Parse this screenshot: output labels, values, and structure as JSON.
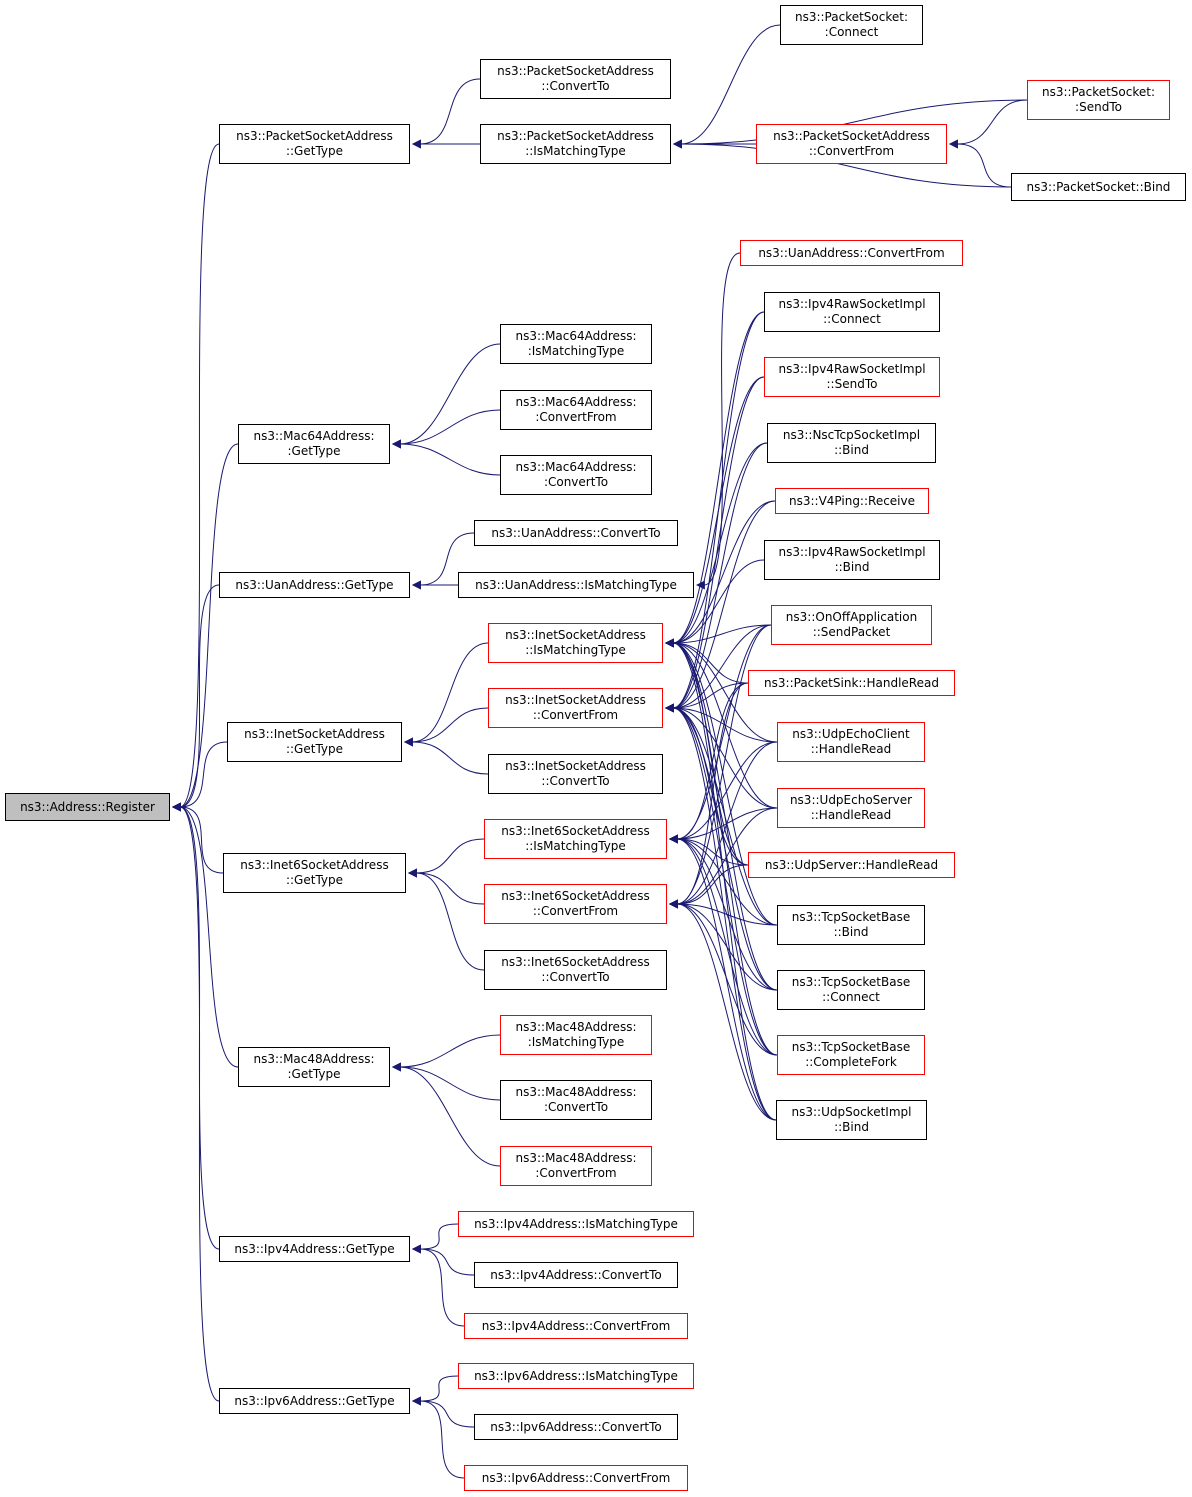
{
  "colors": {
    "edge": "#191970",
    "border_normal": "#000000",
    "border_red": "#ff0000",
    "root_fill": "#bfbfbf"
  },
  "nodes": {
    "register": {
      "lines": [
        "ns3::Address::Register"
      ],
      "kind": "root"
    },
    "psa_gettype": {
      "lines": [
        "ns3::PacketSocketAddress",
        "::GetType"
      ],
      "kind": "normal"
    },
    "mac64_gettype": {
      "lines": [
        "ns3::Mac64Address:",
        ":GetType"
      ],
      "kind": "normal"
    },
    "uan_gettype": {
      "lines": [
        "ns3::UanAddress::GetType"
      ],
      "kind": "normal"
    },
    "inet_gettype": {
      "lines": [
        "ns3::InetSocketAddress",
        "::GetType"
      ],
      "kind": "normal"
    },
    "inet6_gettype": {
      "lines": [
        "ns3::Inet6SocketAddress",
        "::GetType"
      ],
      "kind": "normal"
    },
    "mac48_gettype": {
      "lines": [
        "ns3::Mac48Address:",
        ":GetType"
      ],
      "kind": "normal"
    },
    "ipv4_gettype": {
      "lines": [
        "ns3::Ipv4Address::GetType"
      ],
      "kind": "normal"
    },
    "ipv6_gettype": {
      "lines": [
        "ns3::Ipv6Address::GetType"
      ],
      "kind": "normal"
    },
    "psa_convertto": {
      "lines": [
        "ns3::PacketSocketAddress",
        "::ConvertTo"
      ],
      "kind": "normal"
    },
    "psa_ismatch": {
      "lines": [
        "ns3::PacketSocketAddress",
        "::IsMatchingType"
      ],
      "kind": "normal"
    },
    "mac64_ismatch": {
      "lines": [
        "ns3::Mac64Address:",
        ":IsMatchingType"
      ],
      "kind": "normal"
    },
    "mac64_convfrom": {
      "lines": [
        "ns3::Mac64Address:",
        ":ConvertFrom"
      ],
      "kind": "normal"
    },
    "mac64_convto": {
      "lines": [
        "ns3::Mac64Address:",
        ":ConvertTo"
      ],
      "kind": "normal"
    },
    "uan_convto": {
      "lines": [
        "ns3::UanAddress::ConvertTo"
      ],
      "kind": "normal"
    },
    "uan_ismatch": {
      "lines": [
        "ns3::UanAddress::IsMatchingType"
      ],
      "kind": "normal"
    },
    "inet_ismatch": {
      "lines": [
        "ns3::InetSocketAddress",
        "::IsMatchingType"
      ],
      "kind": "red"
    },
    "inet_convfrom": {
      "lines": [
        "ns3::InetSocketAddress",
        "::ConvertFrom"
      ],
      "kind": "red"
    },
    "inet_convto": {
      "lines": [
        "ns3::InetSocketAddress",
        "::ConvertTo"
      ],
      "kind": "normal"
    },
    "inet6_ismatch": {
      "lines": [
        "ns3::Inet6SocketAddress",
        "::IsMatchingType"
      ],
      "kind": "red"
    },
    "inet6_convfrom": {
      "lines": [
        "ns3::Inet6SocketAddress",
        "::ConvertFrom"
      ],
      "kind": "red"
    },
    "inet6_convto": {
      "lines": [
        "ns3::Inet6SocketAddress",
        "::ConvertTo"
      ],
      "kind": "normal"
    },
    "mac48_ismatch": {
      "lines": [
        "ns3::Mac48Address:",
        ":IsMatchingType"
      ],
      "kind": "red"
    },
    "mac48_convto": {
      "lines": [
        "ns3::Mac48Address:",
        ":ConvertTo"
      ],
      "kind": "normal"
    },
    "mac48_convfrom": {
      "lines": [
        "ns3::Mac48Address:",
        ":ConvertFrom"
      ],
      "kind": "red"
    },
    "ipv4_ismatch": {
      "lines": [
        "ns3::Ipv4Address::IsMatchingType"
      ],
      "kind": "red"
    },
    "ipv4_convto": {
      "lines": [
        "ns3::Ipv4Address::ConvertTo"
      ],
      "kind": "normal"
    },
    "ipv4_convfrom": {
      "lines": [
        "ns3::Ipv4Address::ConvertFrom"
      ],
      "kind": "red"
    },
    "ipv6_ismatch": {
      "lines": [
        "ns3::Ipv6Address::IsMatchingType"
      ],
      "kind": "red"
    },
    "ipv6_convto": {
      "lines": [
        "ns3::Ipv6Address::ConvertTo"
      ],
      "kind": "normal"
    },
    "ipv6_convfrom": {
      "lines": [
        "ns3::Ipv6Address::ConvertFrom"
      ],
      "kind": "red"
    },
    "ps_connect": {
      "lines": [
        "ns3::PacketSocket:",
        ":Connect"
      ],
      "kind": "normal"
    },
    "psa_convfrom": {
      "lines": [
        "ns3::PacketSocketAddress",
        "::ConvertFrom"
      ],
      "kind": "red"
    },
    "ps_sendto": {
      "lines": [
        "ns3::PacketSocket:",
        ":SendTo"
      ],
      "kind": "red"
    },
    "ps_bind": {
      "lines": [
        "ns3::PacketSocket::Bind"
      ],
      "kind": "normal"
    },
    "uan_convfrom": {
      "lines": [
        "ns3::UanAddress::ConvertFrom"
      ],
      "kind": "red"
    },
    "ipv4raw_connect": {
      "lines": [
        "ns3::Ipv4RawSocketImpl",
        "::Connect"
      ],
      "kind": "normal"
    },
    "ipv4raw_sendto": {
      "lines": [
        "ns3::Ipv4RawSocketImpl",
        "::SendTo"
      ],
      "kind": "red"
    },
    "nsc_bind": {
      "lines": [
        "ns3::NscTcpSocketImpl",
        "::Bind"
      ],
      "kind": "normal"
    },
    "v4ping_receive": {
      "lines": [
        "ns3::V4Ping::Receive"
      ],
      "kind": "red"
    },
    "ipv4raw_bind": {
      "lines": [
        "ns3::Ipv4RawSocketImpl",
        "::Bind"
      ],
      "kind": "normal"
    },
    "onoff_send": {
      "lines": [
        "ns3::OnOffApplication",
        "::SendPacket"
      ],
      "kind": "red"
    },
    "sink_read": {
      "lines": [
        "ns3::PacketSink::HandleRead"
      ],
      "kind": "red"
    },
    "echoclient_read": {
      "lines": [
        "ns3::UdpEchoClient",
        "::HandleRead"
      ],
      "kind": "red"
    },
    "echoserver_read": {
      "lines": [
        "ns3::UdpEchoServer",
        "::HandleRead"
      ],
      "kind": "red"
    },
    "udpserver_read": {
      "lines": [
        "ns3::UdpServer::HandleRead"
      ],
      "kind": "red"
    },
    "tcp_bind": {
      "lines": [
        "ns3::TcpSocketBase",
        "::Bind"
      ],
      "kind": "normal"
    },
    "tcp_connect": {
      "lines": [
        "ns3::TcpSocketBase",
        "::Connect"
      ],
      "kind": "normal"
    },
    "tcp_fork": {
      "lines": [
        "ns3::TcpSocketBase",
        "::CompleteFork"
      ],
      "kind": "red"
    },
    "udpimpl_bind": {
      "lines": [
        "ns3::UdpSocketImpl",
        "::Bind"
      ],
      "kind": "normal"
    }
  },
  "edges": [
    [
      "psa_gettype",
      "register"
    ],
    [
      "mac64_gettype",
      "register"
    ],
    [
      "uan_gettype",
      "register"
    ],
    [
      "inet_gettype",
      "register"
    ],
    [
      "inet6_gettype",
      "register"
    ],
    [
      "mac48_gettype",
      "register"
    ],
    [
      "ipv4_gettype",
      "register"
    ],
    [
      "ipv6_gettype",
      "register"
    ],
    [
      "psa_convertto",
      "psa_gettype"
    ],
    [
      "psa_ismatch",
      "psa_gettype"
    ],
    [
      "ps_connect",
      "psa_ismatch"
    ],
    [
      "ps_sendto",
      "psa_ismatch"
    ],
    [
      "psa_convfrom",
      "psa_ismatch"
    ],
    [
      "ps_bind",
      "psa_ismatch"
    ],
    [
      "ps_sendto",
      "psa_convfrom"
    ],
    [
      "ps_bind",
      "psa_convfrom"
    ],
    [
      "mac64_ismatch",
      "mac64_gettype"
    ],
    [
      "mac64_convfrom",
      "mac64_gettype"
    ],
    [
      "mac64_convto",
      "mac64_gettype"
    ],
    [
      "uan_convto",
      "uan_gettype"
    ],
    [
      "uan_ismatch",
      "uan_gettype"
    ],
    [
      "uan_convfrom",
      "uan_ismatch"
    ],
    [
      "inet_ismatch",
      "inet_gettype"
    ],
    [
      "inet_convfrom",
      "inet_gettype"
    ],
    [
      "inet_convto",
      "inet_gettype"
    ],
    [
      "inet6_ismatch",
      "inet6_gettype"
    ],
    [
      "inet6_convfrom",
      "inet6_gettype"
    ],
    [
      "inet6_convto",
      "inet6_gettype"
    ],
    [
      "mac48_ismatch",
      "mac48_gettype"
    ],
    [
      "mac48_convto",
      "mac48_gettype"
    ],
    [
      "mac48_convfrom",
      "mac48_gettype"
    ],
    [
      "ipv4_ismatch",
      "ipv4_gettype"
    ],
    [
      "ipv4_convto",
      "ipv4_gettype"
    ],
    [
      "ipv4_convfrom",
      "ipv4_gettype"
    ],
    [
      "ipv6_ismatch",
      "ipv6_gettype"
    ],
    [
      "ipv6_convto",
      "ipv6_gettype"
    ],
    [
      "ipv6_convfrom",
      "ipv6_gettype"
    ],
    [
      "ipv4raw_connect",
      "inet_ismatch"
    ],
    [
      "ipv4raw_sendto",
      "inet_ismatch"
    ],
    [
      "nsc_bind",
      "inet_ismatch"
    ],
    [
      "v4ping_receive",
      "inet_ismatch"
    ],
    [
      "ipv4raw_bind",
      "inet_ismatch"
    ],
    [
      "onoff_send",
      "inet_ismatch"
    ],
    [
      "sink_read",
      "inet_ismatch"
    ],
    [
      "echoclient_read",
      "inet_ismatch"
    ],
    [
      "echoserver_read",
      "inet_ismatch"
    ],
    [
      "udpserver_read",
      "inet_ismatch"
    ],
    [
      "tcp_bind",
      "inet_ismatch"
    ],
    [
      "tcp_connect",
      "inet_ismatch"
    ],
    [
      "tcp_fork",
      "inet_ismatch"
    ],
    [
      "udpimpl_bind",
      "inet_ismatch"
    ],
    [
      "ipv4raw_connect",
      "inet_convfrom"
    ],
    [
      "ipv4raw_sendto",
      "inet_convfrom"
    ],
    [
      "nsc_bind",
      "inet_convfrom"
    ],
    [
      "v4ping_receive",
      "inet_convfrom"
    ],
    [
      "onoff_send",
      "inet_convfrom"
    ],
    [
      "sink_read",
      "inet_convfrom"
    ],
    [
      "echoclient_read",
      "inet_convfrom"
    ],
    [
      "echoserver_read",
      "inet_convfrom"
    ],
    [
      "udpserver_read",
      "inet_convfrom"
    ],
    [
      "tcp_bind",
      "inet_convfrom"
    ],
    [
      "tcp_connect",
      "inet_convfrom"
    ],
    [
      "tcp_fork",
      "inet_convfrom"
    ],
    [
      "udpimpl_bind",
      "inet_convfrom"
    ],
    [
      "onoff_send",
      "inet6_ismatch"
    ],
    [
      "sink_read",
      "inet6_ismatch"
    ],
    [
      "echoclient_read",
      "inet6_ismatch"
    ],
    [
      "echoserver_read",
      "inet6_ismatch"
    ],
    [
      "udpserver_read",
      "inet6_ismatch"
    ],
    [
      "tcp_bind",
      "inet6_ismatch"
    ],
    [
      "tcp_connect",
      "inet6_ismatch"
    ],
    [
      "tcp_fork",
      "inet6_ismatch"
    ],
    [
      "udpimpl_bind",
      "inet6_ismatch"
    ],
    [
      "onoff_send",
      "inet6_convfrom"
    ],
    [
      "sink_read",
      "inet6_convfrom"
    ],
    [
      "echoclient_read",
      "inet6_convfrom"
    ],
    [
      "echoserver_read",
      "inet6_convfrom"
    ],
    [
      "udpserver_read",
      "inet6_convfrom"
    ],
    [
      "tcp_bind",
      "inet6_convfrom"
    ],
    [
      "tcp_connect",
      "inet6_convfrom"
    ],
    [
      "tcp_fork",
      "inet6_convfrom"
    ],
    [
      "udpimpl_bind",
      "inet6_convfrom"
    ]
  ]
}
